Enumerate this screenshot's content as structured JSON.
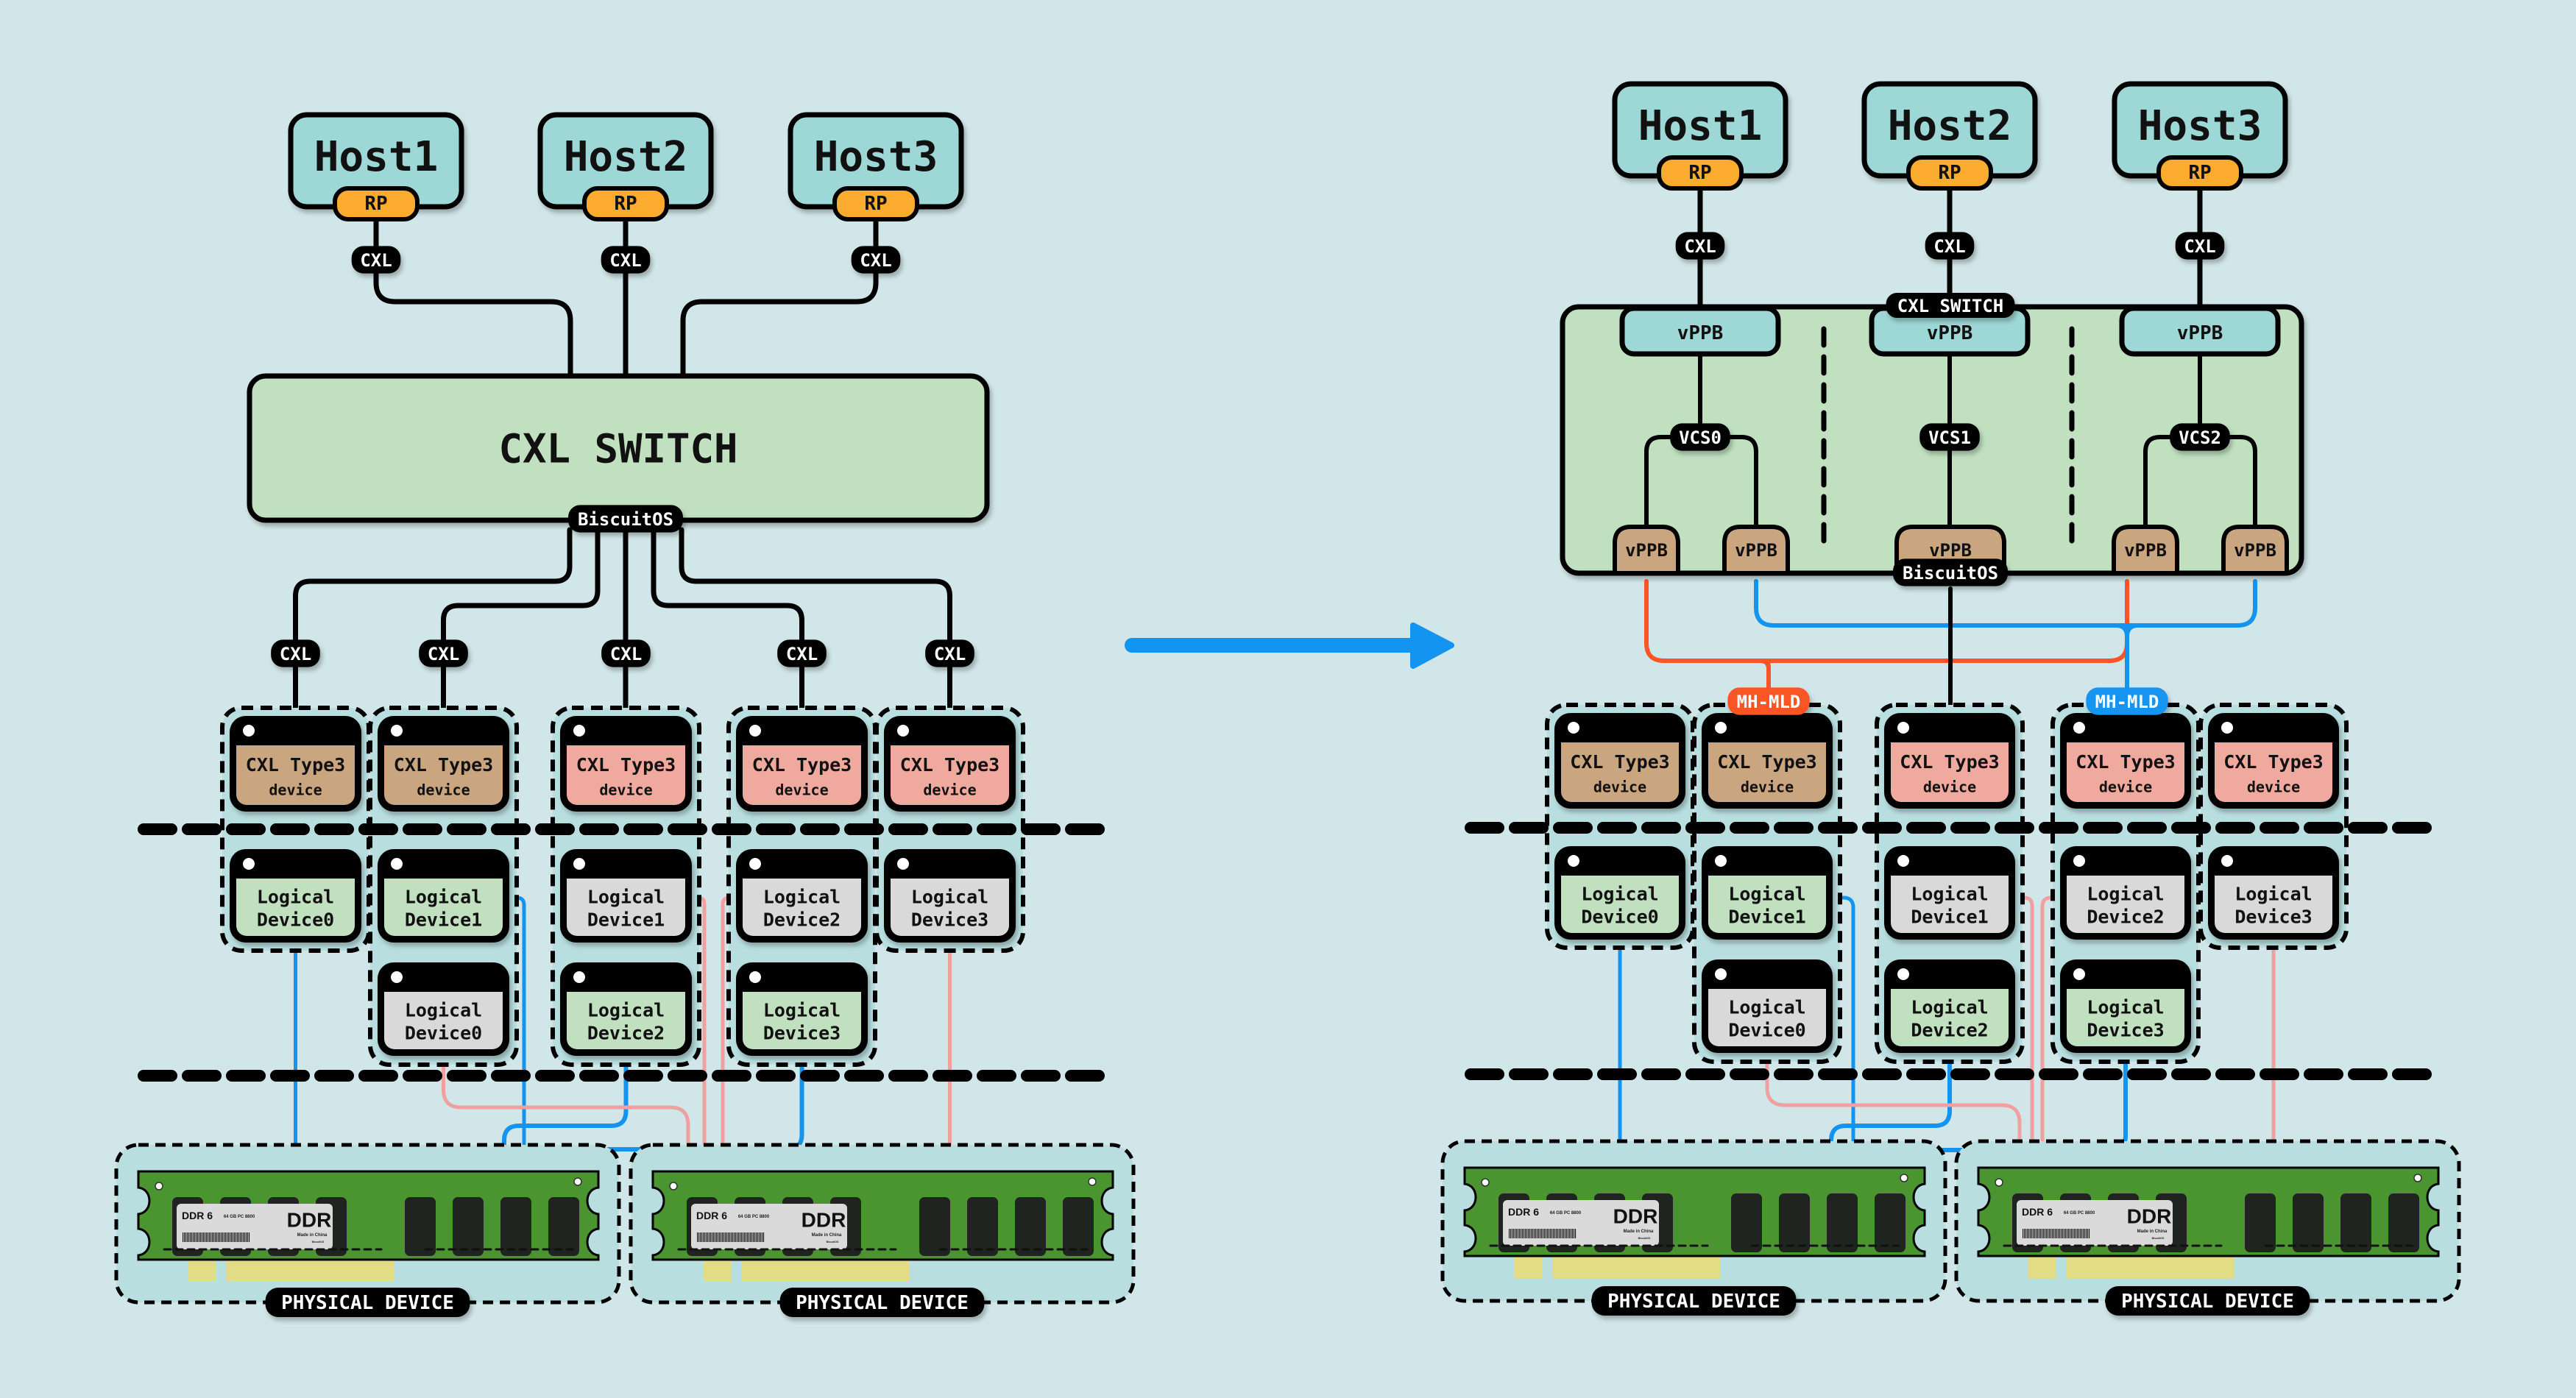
{
  "diagram": {
    "title": "CXL switch topology transformation: single CXL switch to Multi-Headed MLD (MH-MLD) with VCS partitions",
    "colors": {
      "background": "#d1e6e8",
      "host_fill": "#9dd7d6",
      "rp_fill": "#fbac2f",
      "switch_fill": "#c0e0c0",
      "device_tan": "#caa680",
      "device_salmon": "#f0a99e",
      "ld_green": "#c0e0c0",
      "ld_gray": "#d9d9d9",
      "group_fill": "#b8dedf",
      "link_blue": "#1394f0",
      "link_red": "#fb5527",
      "link_pink": "#f0a0a0",
      "arrow": "#1394f0",
      "ddr_board": "#4a9530",
      "ddr_chip": "#202420",
      "ddr_pins": "#e2dc84"
    },
    "transition_arrow": {
      "direction": "left-to-right",
      "meaning": "transforms into"
    },
    "left": {
      "hosts": [
        {
          "name": "Host1",
          "port": "RP",
          "link": "CXL"
        },
        {
          "name": "Host2",
          "port": "RP",
          "link": "CXL"
        },
        {
          "name": "Host3",
          "port": "RP",
          "link": "CXL"
        }
      ],
      "switch": {
        "label": "CXL SWITCH",
        "badge": "BiscuitOS"
      },
      "downstream_links": [
        "CXL",
        "CXL",
        "CXL",
        "CXL",
        "CXL"
      ],
      "devices": [
        {
          "title": "CXL Type3",
          "subtitle": "device",
          "tone": "tan",
          "logical_devices": [
            {
              "line1": "Logical",
              "line2": "Device0",
              "tone": "green"
            }
          ]
        },
        {
          "title": "CXL Type3",
          "subtitle": "device",
          "tone": "tan",
          "logical_devices": [
            {
              "line1": "Logical",
              "line2": "Device1",
              "tone": "green"
            },
            {
              "line1": "Logical",
              "line2": "Device0",
              "tone": "gray"
            }
          ]
        },
        {
          "title": "CXL Type3",
          "subtitle": "device",
          "tone": "salmon",
          "logical_devices": [
            {
              "line1": "Logical",
              "line2": "Device1",
              "tone": "gray"
            },
            {
              "line1": "Logical",
              "line2": "Device2",
              "tone": "green"
            }
          ]
        },
        {
          "title": "CXL Type3",
          "subtitle": "device",
          "tone": "salmon",
          "logical_devices": [
            {
              "line1": "Logical",
              "line2": "Device2",
              "tone": "gray"
            },
            {
              "line1": "Logical",
              "line2": "Device3",
              "tone": "green"
            }
          ]
        },
        {
          "title": "CXL Type3",
          "subtitle": "device",
          "tone": "salmon",
          "logical_devices": [
            {
              "line1": "Logical",
              "line2": "Device3",
              "tone": "gray"
            }
          ]
        }
      ],
      "physical_devices": [
        {
          "label": "PHYSICAL DEVICE"
        },
        {
          "label": "PHYSICAL DEVICE"
        }
      ]
    },
    "right": {
      "hosts": [
        {
          "name": "Host1",
          "port": "RP",
          "link": "CXL"
        },
        {
          "name": "Host2",
          "port": "RP",
          "link": "CXL"
        },
        {
          "name": "Host3",
          "port": "RP",
          "link": "CXL"
        }
      ],
      "switch": {
        "label": "CXL SWITCH",
        "badge": "BiscuitOS",
        "upstream_vppb": [
          "vPPB",
          "vPPB",
          "vPPB"
        ],
        "vcs": [
          "VCS0",
          "VCS1",
          "VCS2"
        ],
        "downstream_vppb": [
          "vPPB",
          "vPPB",
          "vPPB",
          "vPPB",
          "vPPB"
        ]
      },
      "mh_mld": [
        {
          "label": "MH-MLD",
          "color": "red"
        },
        {
          "label": "MH-MLD",
          "color": "blue"
        }
      ],
      "devices": [
        {
          "title": "CXL Type3",
          "subtitle": "device",
          "tone": "tan",
          "logical_devices": [
            {
              "line1": "Logical",
              "line2": "Device0",
              "tone": "green"
            }
          ]
        },
        {
          "title": "CXL Type3",
          "subtitle": "device",
          "tone": "tan",
          "logical_devices": [
            {
              "line1": "Logical",
              "line2": "Device1",
              "tone": "green"
            },
            {
              "line1": "Logical",
              "line2": "Device0",
              "tone": "gray"
            }
          ]
        },
        {
          "title": "CXL Type3",
          "subtitle": "device",
          "tone": "salmon",
          "logical_devices": [
            {
              "line1": "Logical",
              "line2": "Device1",
              "tone": "gray"
            },
            {
              "line1": "Logical",
              "line2": "Device2",
              "tone": "green"
            }
          ]
        },
        {
          "title": "CXL Type3",
          "subtitle": "device",
          "tone": "salmon",
          "logical_devices": [
            {
              "line1": "Logical",
              "line2": "Device2",
              "tone": "gray"
            },
            {
              "line1": "Logical",
              "line2": "Device3",
              "tone": "green"
            }
          ]
        },
        {
          "title": "CXL Type3",
          "subtitle": "device",
          "tone": "salmon",
          "logical_devices": [
            {
              "line1": "Logical",
              "line2": "Device3",
              "tone": "gray"
            }
          ]
        }
      ],
      "physical_devices": [
        {
          "label": "PHYSICAL DEVICE"
        },
        {
          "label": "PHYSICAL DEVICE"
        }
      ]
    },
    "ddr_label": {
      "type": "DDR 6",
      "spec": "64 GB PC 8800",
      "brand": "DDR",
      "origin": "Made in China",
      "maker": "BiscuitOS"
    }
  }
}
